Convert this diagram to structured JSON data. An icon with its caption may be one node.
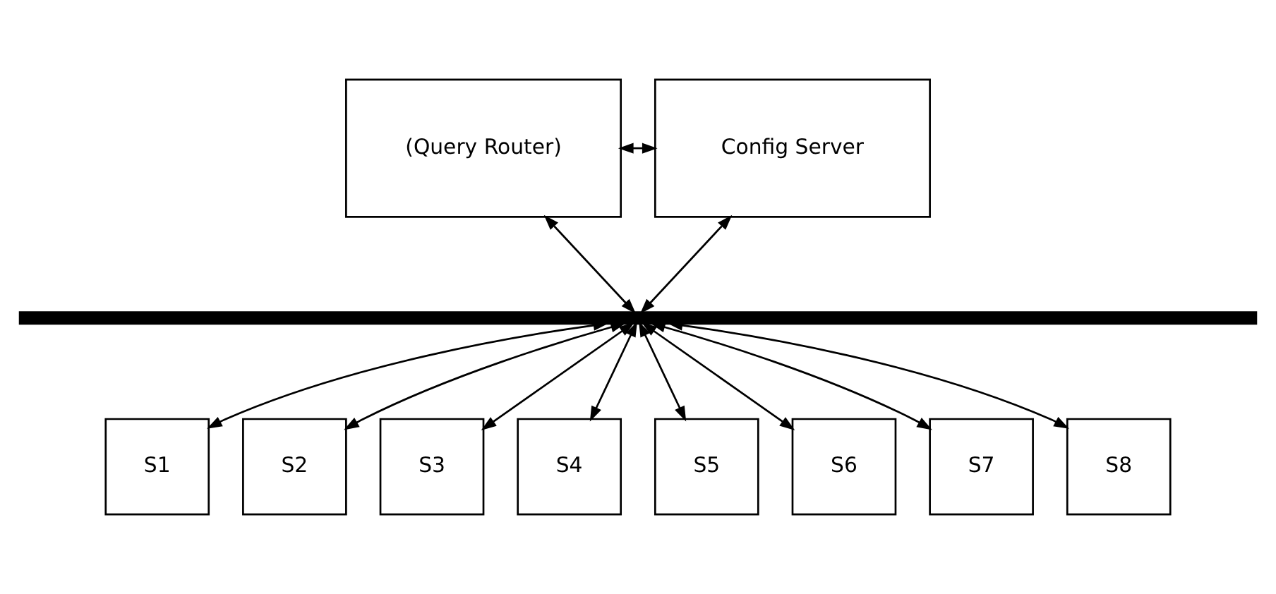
{
  "diagram": {
    "nodes": [
      {
        "text": [
          "(Query Router)"
        ]
      },
      {
        "text": [
          "Config Server"
        ]
      },
      {
        "text": [],
        "shape": "bar"
      },
      {
        "text": [
          "S1"
        ]
      },
      {
        "text": [
          "S2"
        ]
      },
      {
        "text": [
          "S3"
        ]
      },
      {
        "text": [
          "S4"
        ]
      },
      {
        "text": [
          "S5"
        ]
      },
      {
        "text": [
          "S6"
        ]
      },
      {
        "text": [
          "S7"
        ]
      },
      {
        "text": [
          "S8"
        ]
      }
    ],
    "edges": [
      {
        "from": 0,
        "to": 1,
        "arrow": "both"
      },
      {
        "from": 0,
        "to": 2,
        "arrow": "both"
      },
      {
        "from": 1,
        "to": 2,
        "arrow": "both"
      },
      {
        "from": 2,
        "to": 3,
        "arrow": "both"
      },
      {
        "from": 2,
        "to": 4,
        "arrow": "both"
      },
      {
        "from": 2,
        "to": 5,
        "arrow": "both"
      },
      {
        "from": 2,
        "to": 6,
        "arrow": "both"
      },
      {
        "from": 2,
        "to": 7,
        "arrow": "both"
      },
      {
        "from": 2,
        "to": 8,
        "arrow": "both"
      },
      {
        "from": 2,
        "to": 9,
        "arrow": "both"
      },
      {
        "from": 2,
        "to": 10,
        "arrow": "both"
      }
    ]
  }
}
